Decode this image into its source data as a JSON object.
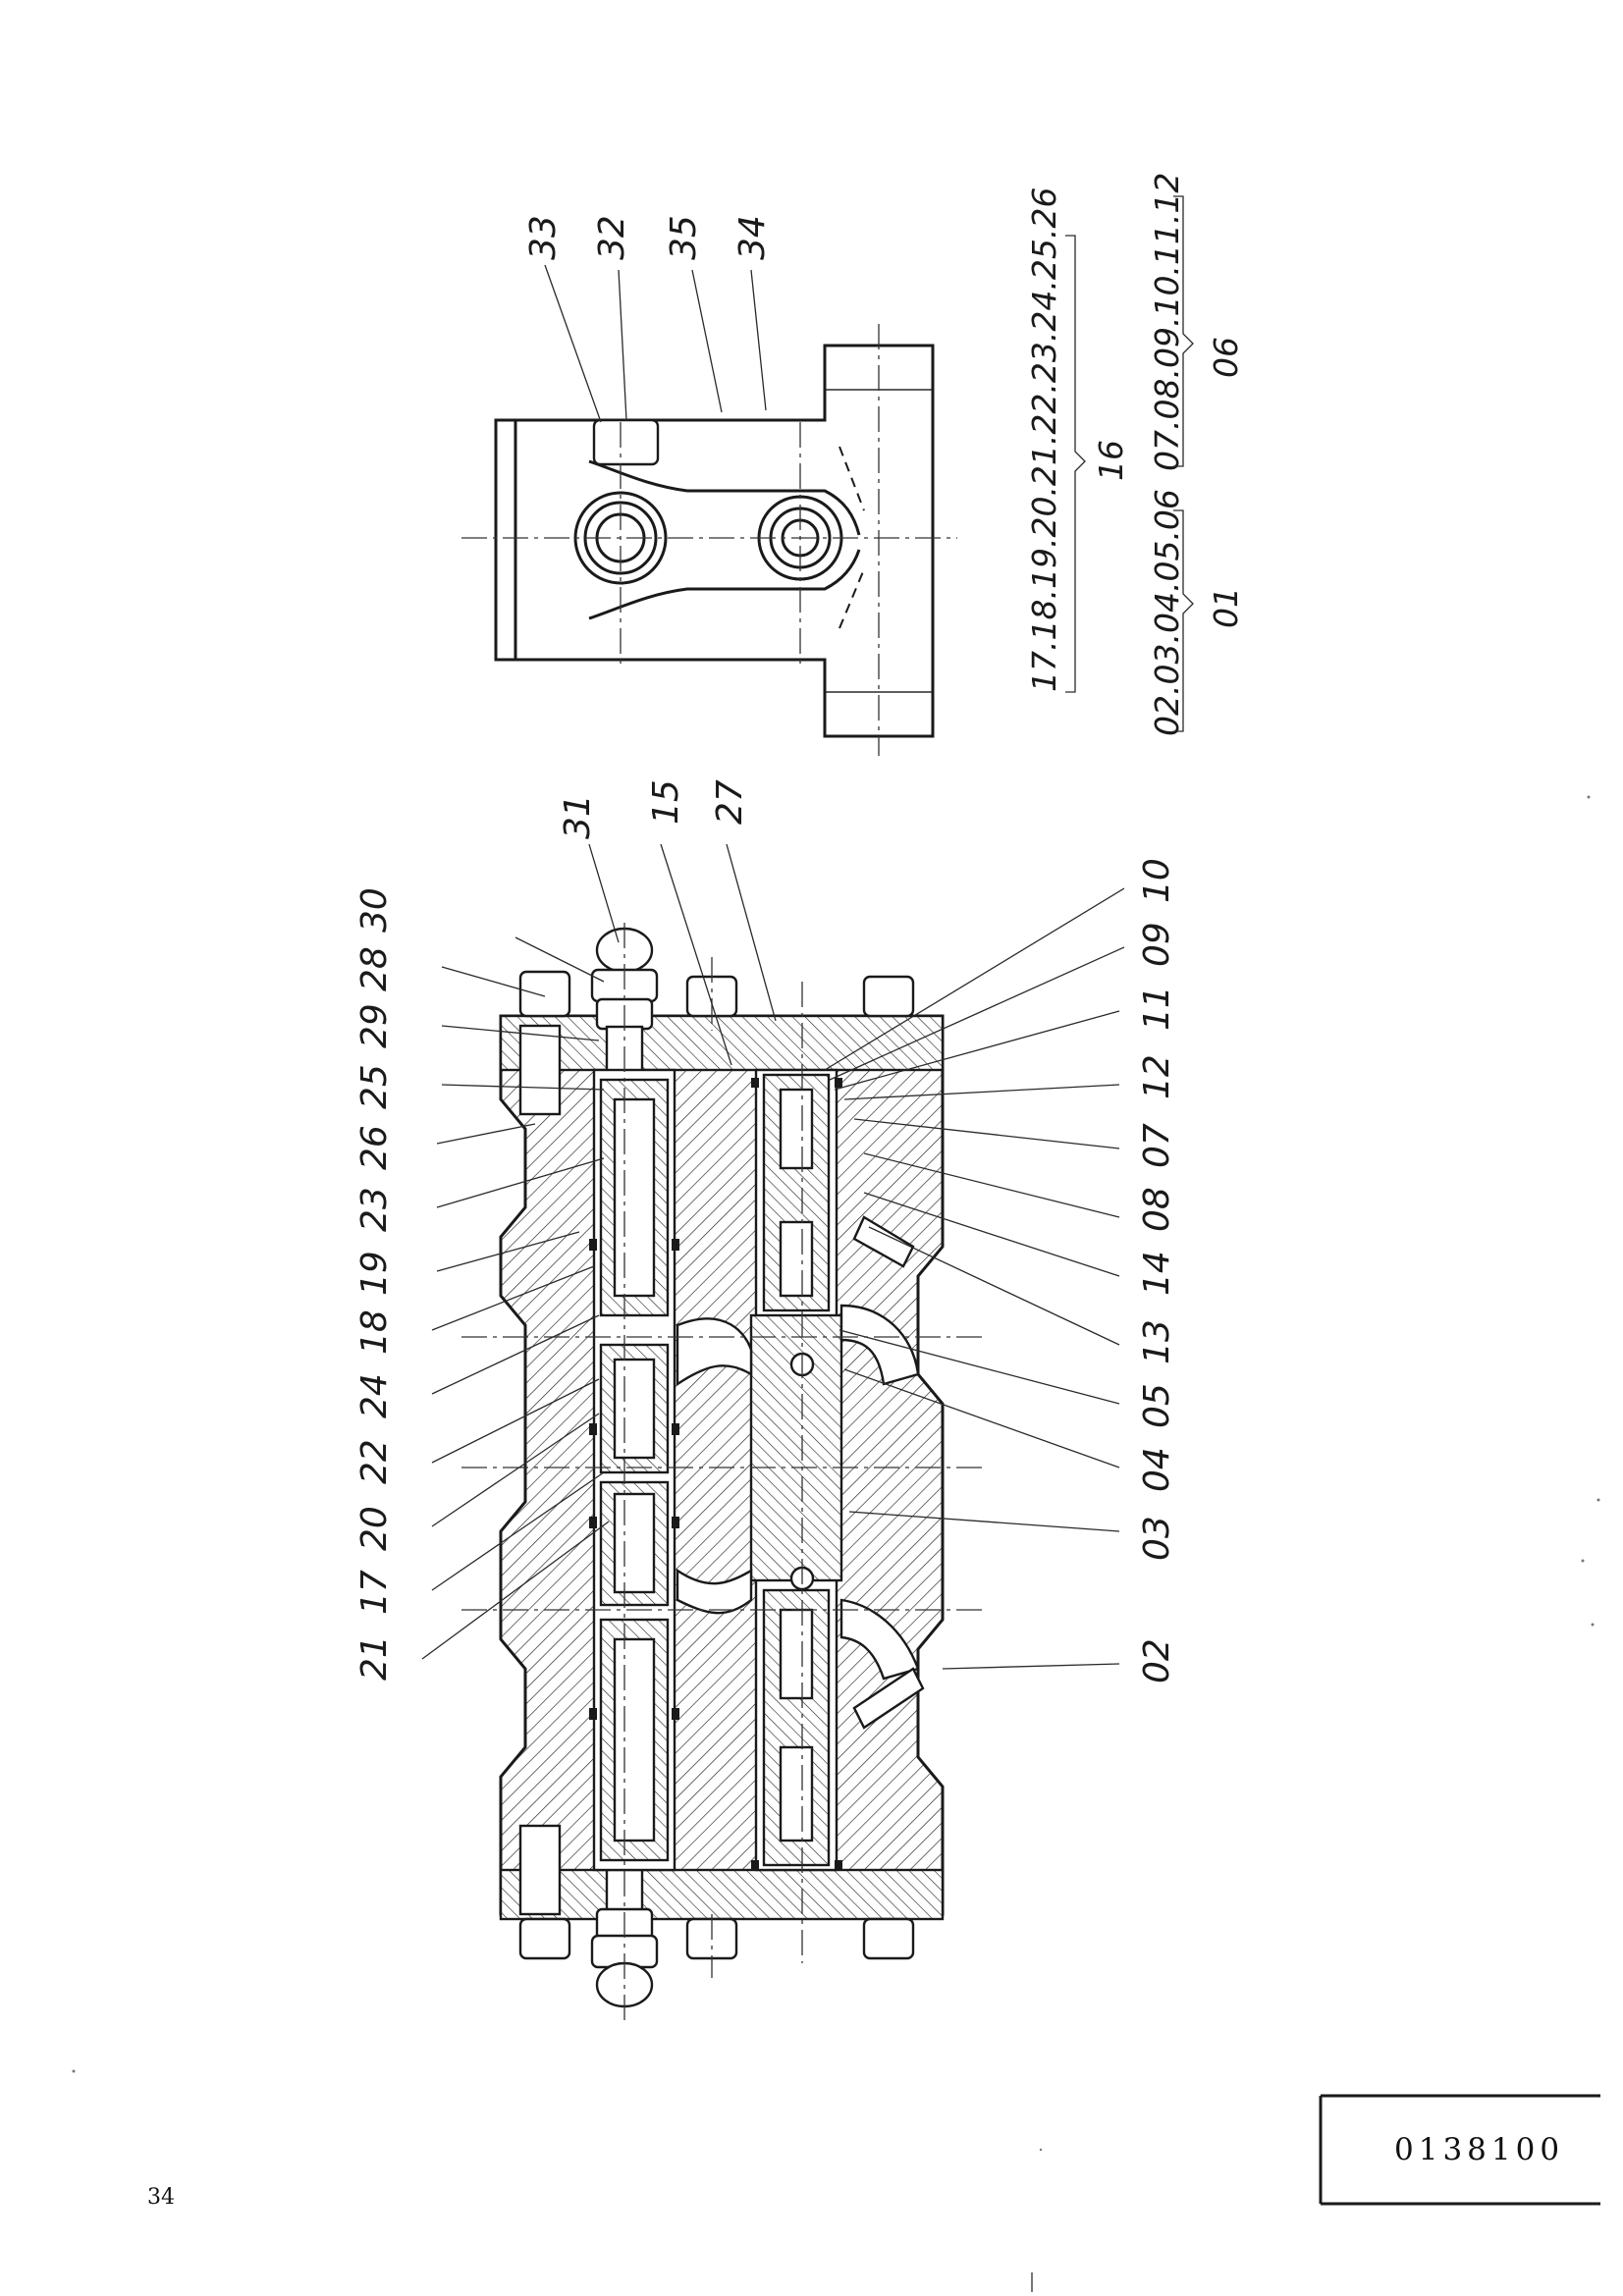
{
  "section_view": {
    "labels": [
      "31",
      "30",
      "28",
      "29",
      "25",
      "26",
      "23",
      "19",
      "18",
      "24",
      "22",
      "20",
      "17",
      "21",
      "15",
      "27",
      "10",
      "09",
      "11",
      "12",
      "07",
      "08",
      "14",
      "13",
      "05",
      "04",
      "03",
      "02"
    ]
  },
  "end_view": {
    "labels": [
      "33",
      "32",
      "35",
      "34"
    ]
  },
  "assemblies": {
    "group_16": {
      "items": "17.18.19.20.21.22.23.24.25.26",
      "name": "16"
    },
    "group_01": {
      "items": "02.03.04.05.06",
      "name": "01"
    },
    "group_06": {
      "items": "07.08.09.10.11.12",
      "name": "06"
    }
  },
  "drawing_number": "0138100",
  "page_number": "34"
}
